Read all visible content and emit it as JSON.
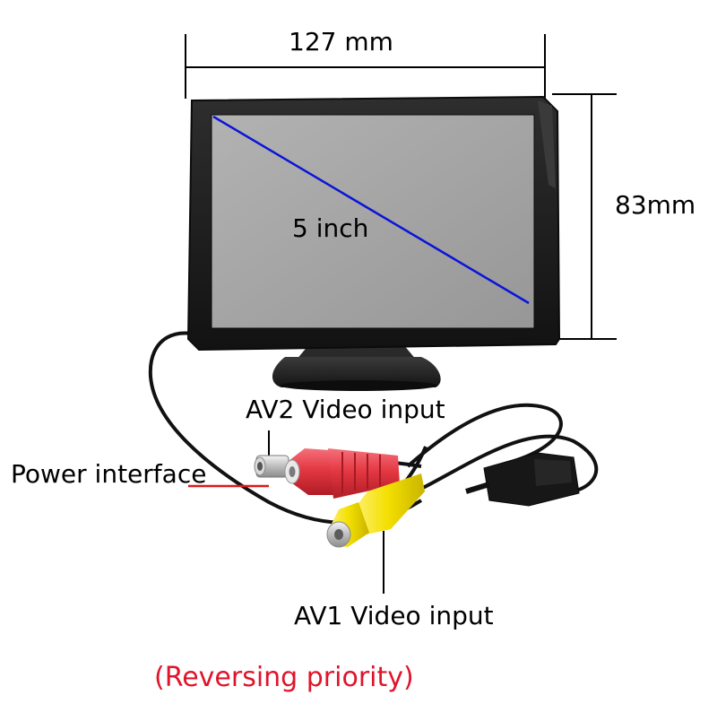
{
  "labels": {
    "width": "127 mm",
    "height": "83mm",
    "diagonal": "5 inch",
    "av2": "AV2 Video input",
    "power": "Power interface",
    "av1": "AV1 Video input",
    "note": "(Reversing priority)"
  },
  "colors": {
    "diagonal_line": "#0a14d8",
    "note_text": "#e0142a",
    "power_pointer": "#d81b1b",
    "plug_red": "#e83a44",
    "plug_yellow": "#f2e000",
    "screen": "#a3a3a3",
    "bezel": "#1b1b1b"
  }
}
